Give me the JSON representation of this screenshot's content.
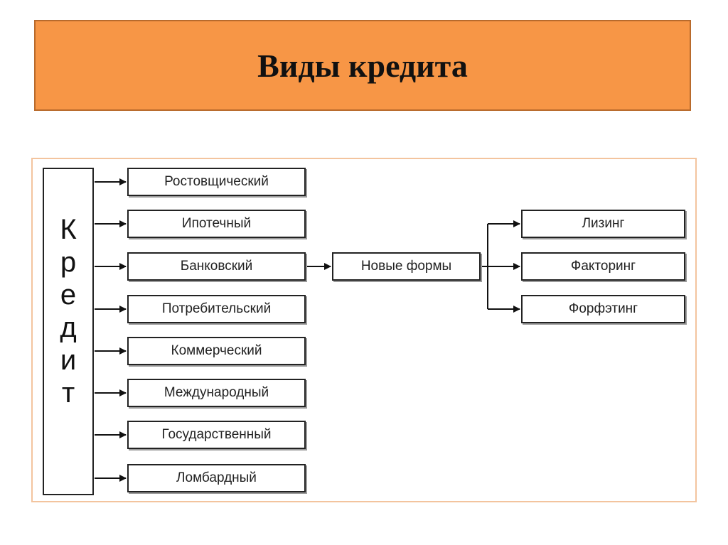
{
  "title": "Виды кредита",
  "root": {
    "letters": [
      "К",
      "р",
      "е",
      "д",
      "и",
      "т"
    ]
  },
  "types": [
    {
      "label": "Ростовщический"
    },
    {
      "label": "Ипотечный"
    },
    {
      "label": "Банковский"
    },
    {
      "label": "Потребительский"
    },
    {
      "label": "Коммерческий"
    },
    {
      "label": "Международный"
    },
    {
      "label": "Государственный"
    },
    {
      "label": "Ломбардный"
    }
  ],
  "new_forms": {
    "label": "Новые формы",
    "items": [
      {
        "label": "Лизинг"
      },
      {
        "label": "Факторинг"
      },
      {
        "label": "Форфэтинг"
      }
    ]
  },
  "colors": {
    "banner": "#f79646",
    "frame": "#f3c49e",
    "stroke": "#222222"
  }
}
